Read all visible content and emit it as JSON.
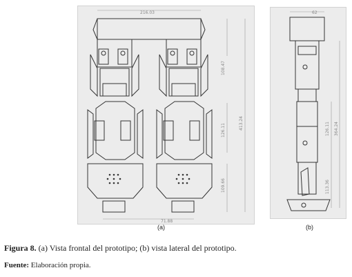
{
  "figure": {
    "panel_a": {
      "label": "(a)",
      "dimensions": {
        "top_width": "216.03",
        "total_height": "413.24",
        "upper_height": "108.47",
        "middle_height": "126.11",
        "lower_height": "109.66",
        "foot_width": "71.88"
      }
    },
    "panel_b": {
      "label": "(b)",
      "dimensions": {
        "top_width": "62",
        "total_height": "364.24",
        "middle_height": "126.11",
        "lower_height": "113.36"
      }
    }
  },
  "caption": {
    "figure_label": "Figura 8.",
    "text": " (a) Vista frontal del prototipo; (b) vista lateral del prototipo."
  },
  "source": {
    "label": "Fuente:",
    "text": " Elaboración propia."
  }
}
